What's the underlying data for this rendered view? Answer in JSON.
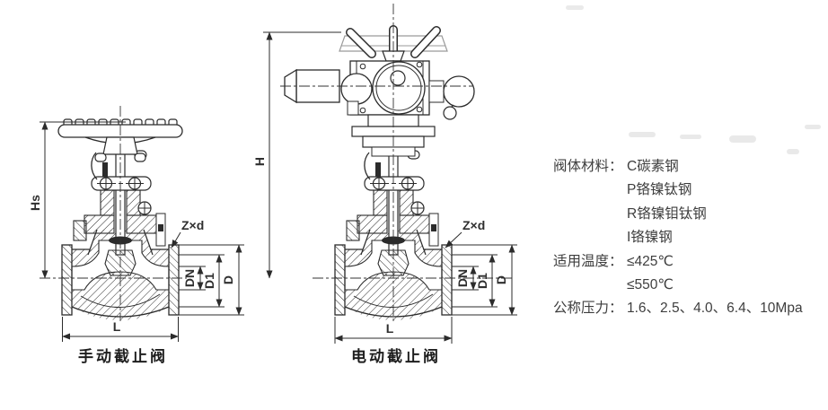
{
  "manual_valve": {
    "caption": "手动截止阀",
    "dim_height": "Hs",
    "dim_length": "L",
    "dim_nominal_bore": "DN",
    "dim_bolt_circle": "D1",
    "dim_flange_od": "D",
    "dim_bolt_holes": "Z×d"
  },
  "electric_valve": {
    "caption": "电动截止阀",
    "dim_height": "H",
    "dim_length": "L",
    "dim_nominal_bore": "DN",
    "dim_bolt_circle": "D1",
    "dim_flange_od": "D",
    "dim_bolt_holes": "Z×d"
  },
  "specs": {
    "rows": [
      {
        "label": "阀体材料：",
        "value": "C碳素钢"
      },
      {
        "label": "",
        "value": "P铬镍钛钢"
      },
      {
        "label": "",
        "value": "R铬镍钼钛钢"
      },
      {
        "label": "",
        "value": "I铬镍钢"
      },
      {
        "label": "适用温度：",
        "value": "≤425℃"
      },
      {
        "label": "",
        "value": "≤550℃"
      },
      {
        "label": "公称压力：",
        "value": "1.6、2.5、4.0、6.4、10Mpa"
      }
    ]
  },
  "colors": {
    "line": "#2b2b2b",
    "text": "#3e3e3e"
  }
}
